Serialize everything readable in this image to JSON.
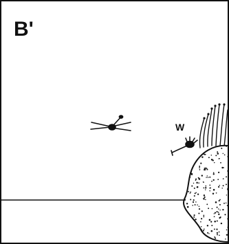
{
  "panel": {
    "label": "B'"
  },
  "annotations": {
    "w_label": "W"
  },
  "colors": {
    "ink": "#111111",
    "background": "#ffffff"
  },
  "elements": {
    "left_organism": "swimming-organism-icon",
    "small_organism": "worm-organism-icon",
    "colony": "stippled-colony-mound",
    "tentacles": "colony-tentacles-icon",
    "substrate": "substrate-line"
  }
}
